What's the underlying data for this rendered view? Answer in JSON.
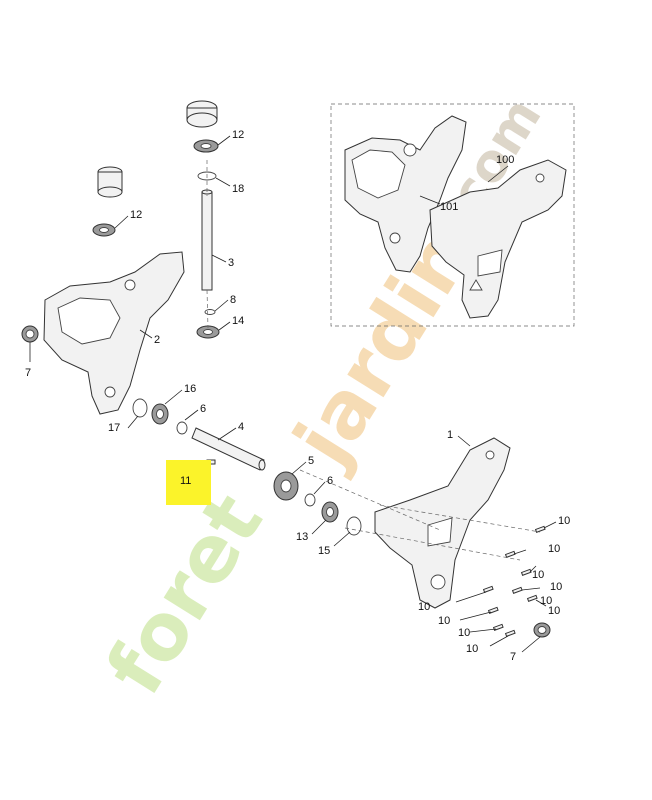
{
  "diagram": {
    "callouts": [
      {
        "id": "c12a",
        "text": "12"
      },
      {
        "id": "c18",
        "text": "18"
      },
      {
        "id": "c12b",
        "text": "12"
      },
      {
        "id": "c3",
        "text": "3"
      },
      {
        "id": "c8",
        "text": "8"
      },
      {
        "id": "c14",
        "text": "14"
      },
      {
        "id": "c2",
        "text": "2"
      },
      {
        "id": "c7a",
        "text": "7"
      },
      {
        "id": "c16",
        "text": "16"
      },
      {
        "id": "c17",
        "text": "17"
      },
      {
        "id": "c6a",
        "text": "6"
      },
      {
        "id": "c4",
        "text": "4"
      },
      {
        "id": "c11",
        "text": "11"
      },
      {
        "id": "c5",
        "text": "5"
      },
      {
        "id": "c6b",
        "text": "6"
      },
      {
        "id": "c13",
        "text": "13"
      },
      {
        "id": "c15",
        "text": "15"
      },
      {
        "id": "c1",
        "text": "1"
      },
      {
        "id": "c100",
        "text": "100"
      },
      {
        "id": "c101",
        "text": "101"
      },
      {
        "id": "c10a",
        "text": "10"
      },
      {
        "id": "c10b",
        "text": "10"
      },
      {
        "id": "c10c",
        "text": "10"
      },
      {
        "id": "c10d",
        "text": "10"
      },
      {
        "id": "c10e",
        "text": "10"
      },
      {
        "id": "c10f",
        "text": "10"
      },
      {
        "id": "c10g",
        "text": "10"
      },
      {
        "id": "c10h",
        "text": "10"
      },
      {
        "id": "c10i",
        "text": "10"
      },
      {
        "id": "c10j",
        "text": "10"
      },
      {
        "id": "c7b",
        "text": "7"
      }
    ],
    "highlight_color": "#fbf32a"
  },
  "watermark": {
    "text_fore": "foret",
    "text_jardin": "jardin",
    "text_com": ".com",
    "color_green": "#d7ecb4",
    "color_orange": "#f6d9ad",
    "color_gray": "#d8cfc0"
  }
}
